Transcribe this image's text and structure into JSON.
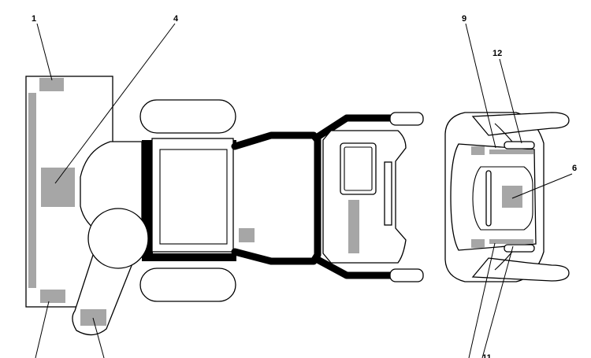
{
  "callouts": {
    "c1": "1",
    "c4": "4",
    "c9": "9",
    "c12": "12",
    "c6": "6",
    "c11": "11"
  },
  "colors": {
    "line": "#000000",
    "label_patch": "#a6a6a6",
    "background": "#ffffff"
  },
  "icons": [
    "machine-top-view",
    "machine-front-view"
  ]
}
